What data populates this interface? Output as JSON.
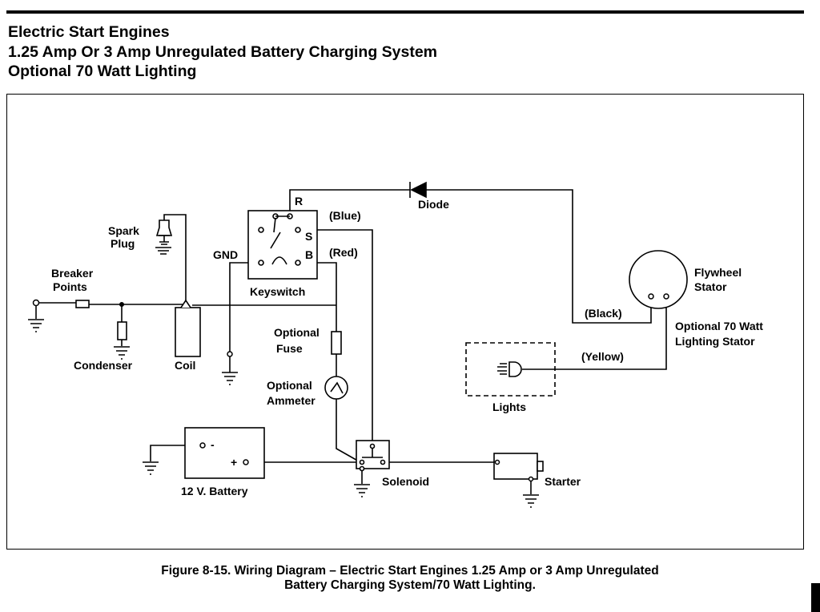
{
  "title": {
    "lines": [
      "Electric Start Engines",
      "1.25 Amp Or 3 Amp Unregulated Battery Charging System",
      "Optional 70 Watt Lighting"
    ]
  },
  "labels": {
    "spark_plug_1": "Spark",
    "spark_plug_2": "Plug",
    "breaker_points_1": "Breaker",
    "breaker_points_2": "Points",
    "condenser": "Condenser",
    "coil": "Coil",
    "gnd": "GND",
    "keyswitch": "Keyswitch",
    "terminal_r": "R",
    "terminal_s": "S",
    "terminal_b": "B",
    "blue": "(Blue)",
    "red": "(Red)",
    "diode": "Diode",
    "flywheel_stator_1": "Flywheel",
    "flywheel_stator_2": "Stator",
    "black": "(Black)",
    "lighting_stator_1": "Optional 70 Watt",
    "lighting_stator_2": "Lighting Stator",
    "yellow": "(Yellow)",
    "lights": "Lights",
    "optional_fuse_1": "Optional",
    "optional_fuse_2": "Fuse",
    "optional_ammeter_1": "Optional",
    "optional_ammeter_2": "Ammeter",
    "battery_minus": "-",
    "battery_plus": "+",
    "battery": "12 V. Battery",
    "solenoid": "Solenoid",
    "starter": "Starter"
  },
  "caption": {
    "line1": "Figure 8-15. Wiring Diagram – Electric Start Engines 1.25 Amp or 3 Amp Unregulated",
    "line2": "Battery Charging System/70 Watt Lighting."
  }
}
